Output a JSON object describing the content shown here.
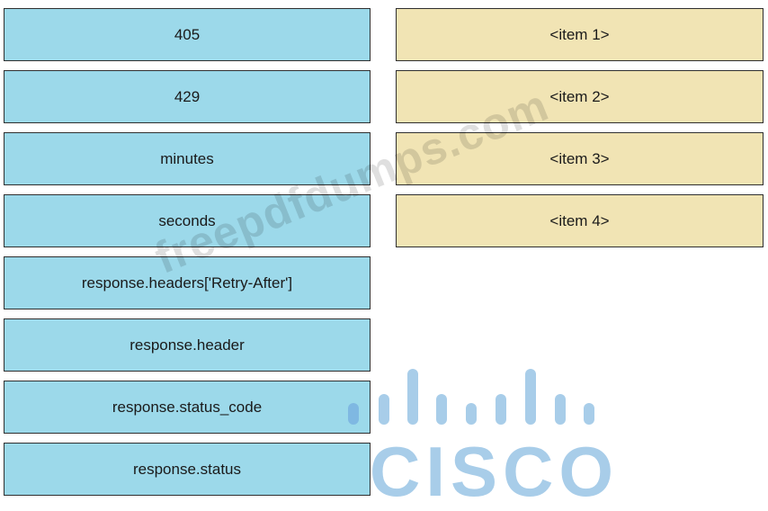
{
  "options": [
    {
      "label": "405"
    },
    {
      "label": "429"
    },
    {
      "label": "minutes"
    },
    {
      "label": "seconds"
    },
    {
      "label": "response.headers['Retry-After']"
    },
    {
      "label": "response.header"
    },
    {
      "label": "response.status_code"
    },
    {
      "label": "response.status"
    }
  ],
  "targets": [
    {
      "label": "<item 1>"
    },
    {
      "label": "<item 2>"
    },
    {
      "label": "<item 3>"
    },
    {
      "label": "<item 4>"
    }
  ],
  "watermark": {
    "text": "freepdfdumps.com"
  },
  "logo": {
    "text": "CISCO"
  },
  "colors": {
    "option_bg": "#9cd9ea",
    "target_bg": "#f1e4b4",
    "logo": "#a8cde9"
  },
  "icons": {
    "logo_bars": "cisco-bars-icon"
  }
}
